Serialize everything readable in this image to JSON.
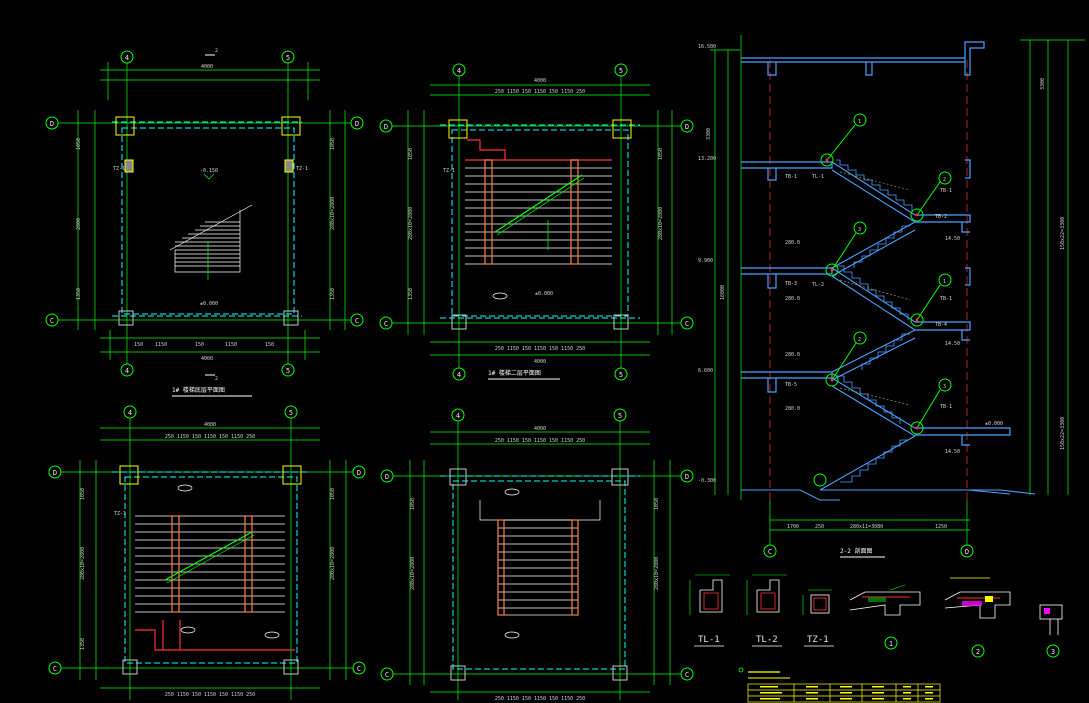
{
  "drawing": {
    "colors": {
      "background": "#000000",
      "dimension": "#00ff00",
      "axis": "#00ff00",
      "beam": "#00ffff",
      "slab": "#4aa0ff",
      "stair": "#ffffff",
      "rebar": "#ff3030",
      "column": "#c8c8c8",
      "railing": "#ff8040",
      "hatch": "#ffff00",
      "text": "#e6e6e6"
    },
    "plan_1": {
      "axis_top": [
        "4",
        "5"
      ],
      "axis_bottom": [
        "4",
        "5"
      ],
      "axis_left": [
        "D",
        "C"
      ],
      "axis_right": [
        "D",
        "C"
      ],
      "section_mark": "2",
      "overall_width": "4000",
      "column_label": "TZ-1",
      "title": "1# 楼梯底层平面图"
    },
    "plan_2": {
      "axis_top": [
        "4",
        "5"
      ],
      "axis_left": [
        "D",
        "C"
      ],
      "axis_right": [
        "D",
        "C"
      ],
      "overall_width": "4000",
      "column_label": "TZ-1",
      "title": "1# 楼梯二层平面图"
    },
    "plan_3": {
      "axis_top": [
        "4",
        "5"
      ],
      "axis_left": [
        "D",
        "C"
      ],
      "axis_right": [
        "D",
        "C"
      ],
      "overall_width": "4000",
      "column_label": "TZ-1"
    },
    "plan_4": {
      "axis_top": [
        "4",
        "5"
      ],
      "axis_left": [
        "D",
        "C"
      ],
      "axis_right": [
        "D",
        "C"
      ],
      "overall_width": "4000"
    },
    "section": {
      "axis_bottom": [
        "C",
        "D"
      ],
      "title": "2-2 剖面图",
      "flight_labels": [
        "TB-1",
        "TB-2",
        "TB-3",
        "TB-4",
        "TB-5"
      ],
      "beam_labels": [
        "TL-1",
        "TL-2"
      ],
      "callouts": [
        "1",
        "2",
        "3"
      ]
    },
    "details": [
      {
        "label": "TL-1"
      },
      {
        "label": "TL-2"
      },
      {
        "label": "TZ-1"
      },
      {
        "label": "1"
      },
      {
        "label": "2"
      },
      {
        "label": "3"
      }
    ],
    "notes_table": {
      "rows": 3,
      "cols": 6
    }
  }
}
